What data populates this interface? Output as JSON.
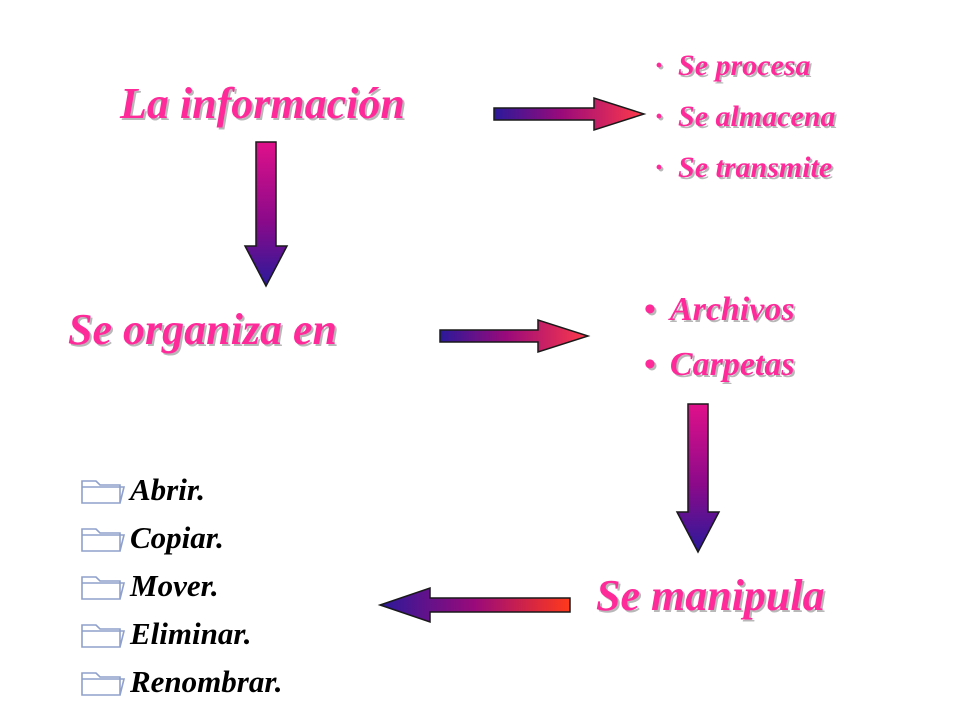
{
  "title": "La información",
  "process_items": [
    "Se procesa",
    "Se almacena",
    "Se transmite"
  ],
  "organize_label": "Se organiza en",
  "organize_items": [
    "Archivos",
    "Carpetas"
  ],
  "manipulate_label": "Se manipula",
  "operations": [
    "Abrir.",
    "Copiar.",
    "Mover.",
    "Eliminar.",
    "Renombrar."
  ],
  "colors": {
    "text_pink": "#ff2a9a",
    "arrow_dark": "#2a1a9a",
    "arrow_mid": "#9a0a7a",
    "arrow_light": "#ff3a3a",
    "folder_outline": "#8fa0cc"
  }
}
